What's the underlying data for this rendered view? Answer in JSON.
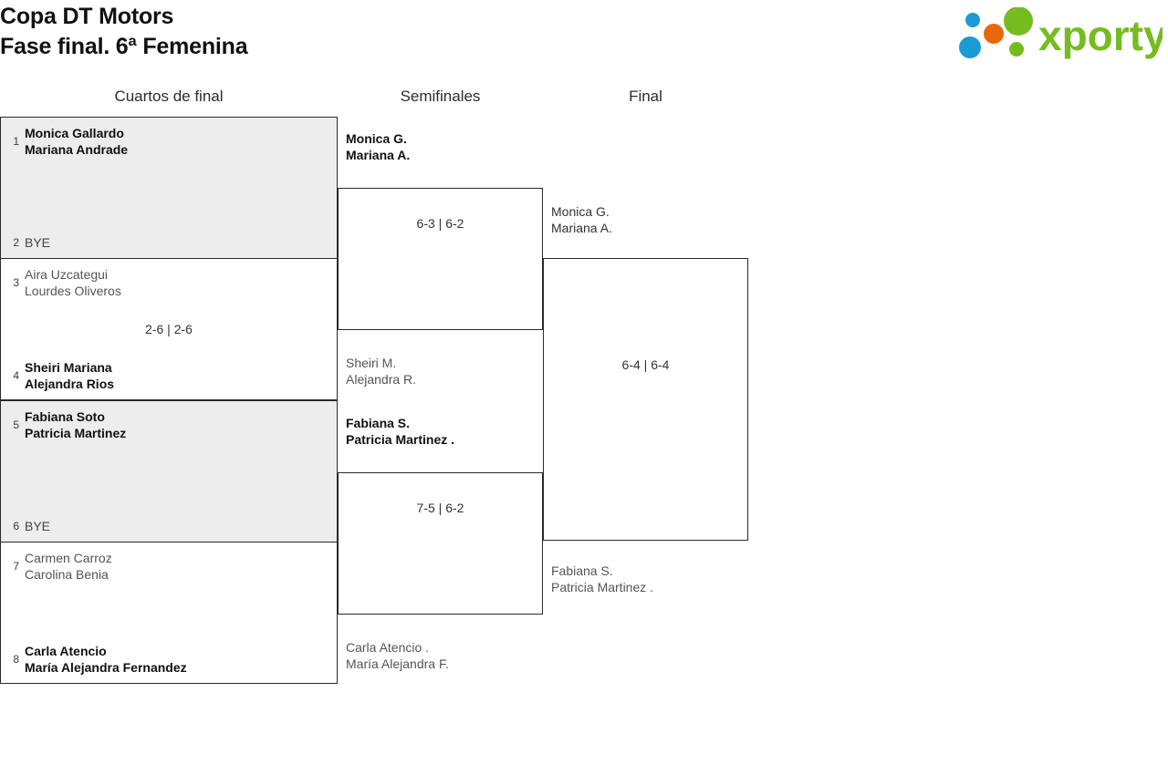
{
  "header": {
    "title_line1": "Copa DT Motors",
    "title_line2": "Fase final. 6ª Femenina",
    "logo_text": "xporty",
    "logo_colors": {
      "green": "#76bc21",
      "blue": "#1c9ad6",
      "orange": "#e8670c"
    }
  },
  "rounds": [
    {
      "label": "Cuartos de final"
    },
    {
      "label": "Semifinales"
    },
    {
      "label": "Final"
    }
  ],
  "colors": {
    "shaded_row": "#ededed",
    "border": "#2a2a2a",
    "winner_text": "#111111",
    "loser_text": "#555555"
  },
  "bracket": {
    "quarterfinals": [
      {
        "shaded": true,
        "score": "",
        "top": {
          "seed": "1",
          "state": "win",
          "lines": [
            "Monica Gallardo",
            "Mariana Andrade"
          ]
        },
        "bottom": {
          "seed": "2",
          "state": "bye",
          "lines": [
            "BYE"
          ]
        }
      },
      {
        "shaded": false,
        "score": "2-6 | 2-6",
        "top": {
          "seed": "3",
          "state": "lose",
          "lines": [
            "Aira Uzcategui",
            "Lourdes Oliveros"
          ]
        },
        "bottom": {
          "seed": "4",
          "state": "win",
          "lines": [
            "Sheiri Mariana",
            "Alejandra Rios"
          ]
        }
      },
      {
        "shaded": true,
        "score": "",
        "top": {
          "seed": "5",
          "state": "win",
          "lines": [
            "Fabiana Soto",
            "Patricia Martinez"
          ]
        },
        "bottom": {
          "seed": "6",
          "state": "bye",
          "lines": [
            "BYE"
          ]
        }
      },
      {
        "shaded": false,
        "score": "",
        "top": {
          "seed": "7",
          "state": "lose",
          "lines": [
            "Carmen Carroz",
            "Carolina Benia"
          ]
        },
        "bottom": {
          "seed": "8",
          "state": "win",
          "lines": [
            "Carla Atencio",
            "María Alejandra Fernandez"
          ]
        }
      }
    ],
    "semifinals": [
      {
        "score": "6-3 | 6-2",
        "top": {
          "state": "win",
          "lines": [
            "Monica G.",
            "Mariana A."
          ]
        },
        "bottom": {
          "state": "lose",
          "lines": [
            "Sheiri M.",
            "Alejandra R."
          ]
        }
      },
      {
        "score": "7-5 | 6-2",
        "top": {
          "state": "win",
          "lines": [
            "Fabiana S.",
            "Patricia Martinez ."
          ]
        },
        "bottom": {
          "state": "lose",
          "lines": [
            "Carla Atencio .",
            "María Alejandra F."
          ]
        }
      }
    ],
    "final": [
      {
        "score": "6-4 | 6-4",
        "top": {
          "state": "neutral",
          "lines": [
            "Monica G.",
            "Mariana A."
          ]
        },
        "bottom": {
          "state": "lose",
          "lines": [
            "Fabiana S.",
            "Patricia Martinez ."
          ]
        }
      }
    ]
  }
}
